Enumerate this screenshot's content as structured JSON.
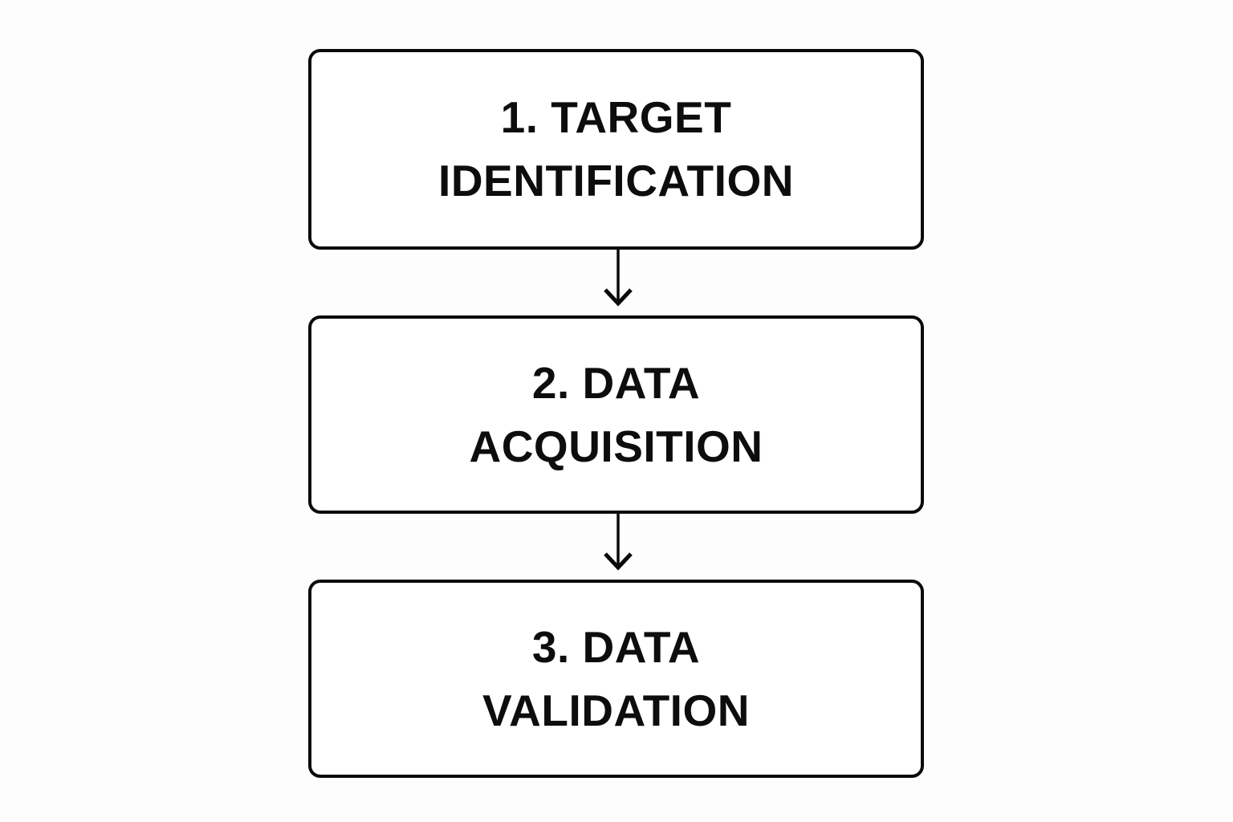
{
  "diagram": {
    "type": "vertical-flowchart",
    "background_color": "#fdfdfd",
    "box_border_color": "#0a0a0a",
    "text_color": "#0d0d0d",
    "steps": [
      {
        "number": "1.",
        "line1": "1. TARGET",
        "line2": "IDENTIFICATION",
        "full_label": "1. TARGET IDENTIFICATION"
      },
      {
        "number": "2.",
        "line1": "2. DATA",
        "line2": "ACQUISITION",
        "full_label": "2. DATA ACQUISITION"
      },
      {
        "number": "3.",
        "line1": "3. DATA",
        "line2": "VALIDATION",
        "full_label": "3. DATA VALIDATION"
      }
    ],
    "connectors": [
      {
        "from": "1. TARGET IDENTIFICATION",
        "to": "2. DATA ACQUISITION",
        "direction": "down"
      },
      {
        "from": "2. DATA ACQUISITION",
        "to": "3. DATA VALIDATION",
        "direction": "down"
      }
    ]
  }
}
